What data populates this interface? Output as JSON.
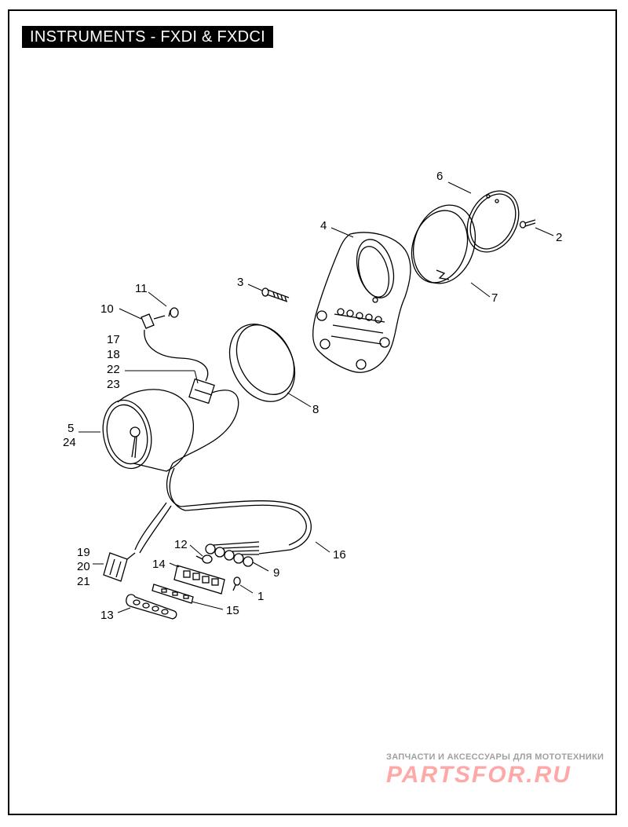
{
  "title": "INSTRUMENTS - FXDI & FXDCI",
  "callouts": {
    "c1": "1",
    "c2": "2",
    "c3": "3",
    "c4": "4",
    "c5": "5",
    "c6": "6",
    "c7": "7",
    "c8": "8",
    "c9": "9",
    "c10": "10",
    "c11": "11",
    "c12": "12",
    "c13": "13",
    "c14": "14",
    "c15": "15",
    "c16": "16",
    "c17": "17",
    "c18": "18",
    "c19": "19",
    "c20": "20",
    "c21": "21",
    "c22": "22",
    "c23": "23",
    "c24": "24"
  },
  "watermark": {
    "tagline": "ЗАПЧАСТИ И АКСЕССУАРЫ ДЛЯ МОТОТЕХНИКИ",
    "logo": "PARTSFOR.RU"
  }
}
